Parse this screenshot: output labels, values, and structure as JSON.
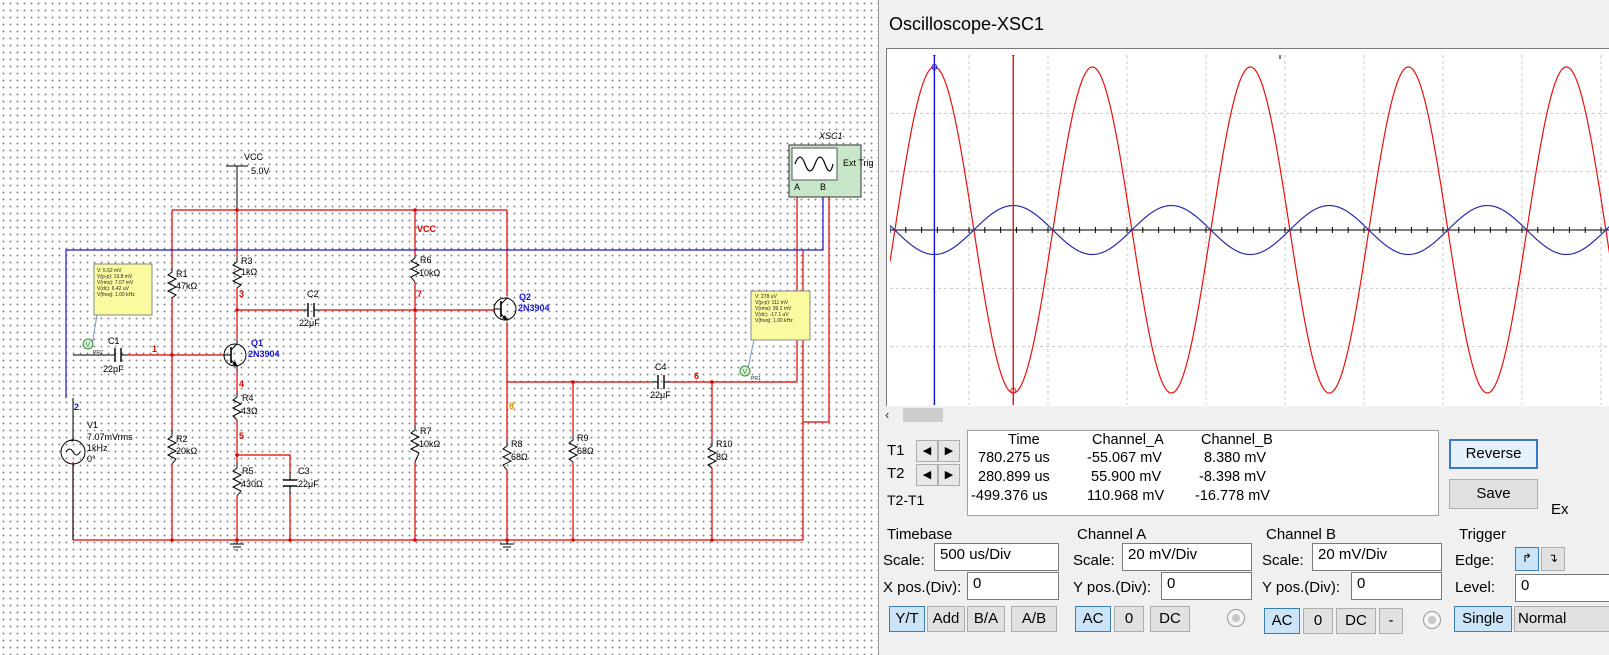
{
  "schematic": {
    "vcc_symbol": {
      "name": "VCC",
      "value": "5.0V"
    },
    "vcc_net_label": "VCC",
    "components": {
      "R1": {
        "ref": "R1",
        "value": "47kΩ"
      },
      "R2": {
        "ref": "R2",
        "value": "20kΩ"
      },
      "R3": {
        "ref": "R3",
        "value": "1kΩ"
      },
      "R4": {
        "ref": "R4",
        "value": "43Ω"
      },
      "R5": {
        "ref": "R5",
        "value": "430Ω"
      },
      "R6": {
        "ref": "R6",
        "value": "10kΩ"
      },
      "R7": {
        "ref": "R7",
        "value": "10kΩ"
      },
      "R8": {
        "ref": "R8",
        "value": "68Ω"
      },
      "R9": {
        "ref": "R9",
        "value": "68Ω"
      },
      "R10": {
        "ref": "R10",
        "value": "8Ω"
      },
      "C1": {
        "ref": "C1",
        "value": "22μF"
      },
      "C2": {
        "ref": "C2",
        "value": "22μF"
      },
      "C3": {
        "ref": "C3",
        "value": "22μF"
      },
      "C4": {
        "ref": "C4",
        "value": "22μF"
      },
      "Q1": {
        "ref": "Q1",
        "value": "2N3904"
      },
      "Q2": {
        "ref": "Q2",
        "value": "2N3904"
      },
      "V1": {
        "ref": "V1",
        "line1": "7.07mVrms",
        "line2": "1kHz",
        "line3": "0°"
      }
    },
    "nodes": {
      "n1": "1",
      "n2": "2",
      "n3": "3",
      "n4": "4",
      "n5": "5",
      "n6": "6",
      "n7": "7",
      "n8": "8"
    },
    "scope_instrument": {
      "ref": "XSC1",
      "ext_trig": "Ext Trig",
      "ch_a": "A",
      "ch_b": "B"
    },
    "probe1": {
      "ref": "PR1",
      "lines": [
        "V: 278 uV",
        "V(p-p): 111 mV",
        "V(rms): 39.2 mV",
        "V(dc): -17.1 uV",
        "V(freq): 1.00 kHz"
      ]
    },
    "probe2": {
      "ref": "PR2",
      "lines": [
        "V: 5.62 mV",
        "V(p-p): 19.8 mV",
        "V(rms): 7.07 mV",
        "V(dc): 6.42 uV",
        "V(freq): 1.00 kHz"
      ]
    }
  },
  "oscilloscope": {
    "title": "Oscilloscope-XSC1",
    "cursors": {
      "t1_label": "T1",
      "t2_label": "T2",
      "diff_label": "T2-T1"
    },
    "readout": {
      "headers": [
        "Time",
        "Channel_A",
        "Channel_B"
      ],
      "rows": [
        [
          "780.275 us",
          "-55.067 mV",
          "8.380 mV"
        ],
        [
          "280.899 us",
          "55.900 mV",
          "-8.398 mV"
        ],
        [
          "-499.376 us",
          "110.968 mV",
          "-16.778 mV"
        ]
      ]
    },
    "buttons": {
      "reverse": "Reverse",
      "save": "Save",
      "ext_partial": "Ex"
    },
    "timebase": {
      "title": "Timebase",
      "scale_label": "Scale:",
      "scale": "500 us/Div",
      "pos_label": "X pos.(Div):",
      "pos": "0",
      "modes": [
        "Y/T",
        "Add",
        "B/A",
        "A/B"
      ],
      "active_mode": "Y/T"
    },
    "channel_a": {
      "title": "Channel A",
      "scale_label": "Scale:",
      "scale": "20 mV/Div",
      "pos_label": "Y pos.(Div):",
      "pos": "0",
      "coupling": [
        "AC",
        "0",
        "DC"
      ],
      "active_coupling": "AC"
    },
    "channel_b": {
      "title": "Channel B",
      "scale_label": "Scale:",
      "scale": "20 mV/Div",
      "pos_label": "Y pos.(Div):",
      "pos": "0",
      "coupling": [
        "AC",
        "0",
        "DC",
        "-"
      ],
      "active_coupling": "AC"
    },
    "trigger": {
      "title": "Trigger",
      "edge_label": "Edge:",
      "level_label": "Level:",
      "level": "0",
      "modes": [
        "Single",
        "Normal"
      ],
      "active_mode": "Single"
    },
    "trace_colors": {
      "channel_a": "#e81010",
      "channel_b": "#2a2aa8"
    },
    "cursor_colors": {
      "t1": "#1010e0",
      "t2": "#e81010"
    }
  },
  "chart_data": {
    "type": "line",
    "xlabel": "",
    "ylabel": "",
    "grid": true,
    "x_unit": "us",
    "x_range": [
      0,
      5000
    ],
    "y_unit": "mV",
    "y_range": [
      -60,
      60
    ],
    "series": [
      {
        "amplitude": 55.9,
        "frequency_khz": 1.0,
        "peak_time_us": 280.899
      },
      {
        "amplitude": 8.39,
        "frequency_khz": 1.0,
        "peak_time_us": 780.275
      }
    ]
  }
}
